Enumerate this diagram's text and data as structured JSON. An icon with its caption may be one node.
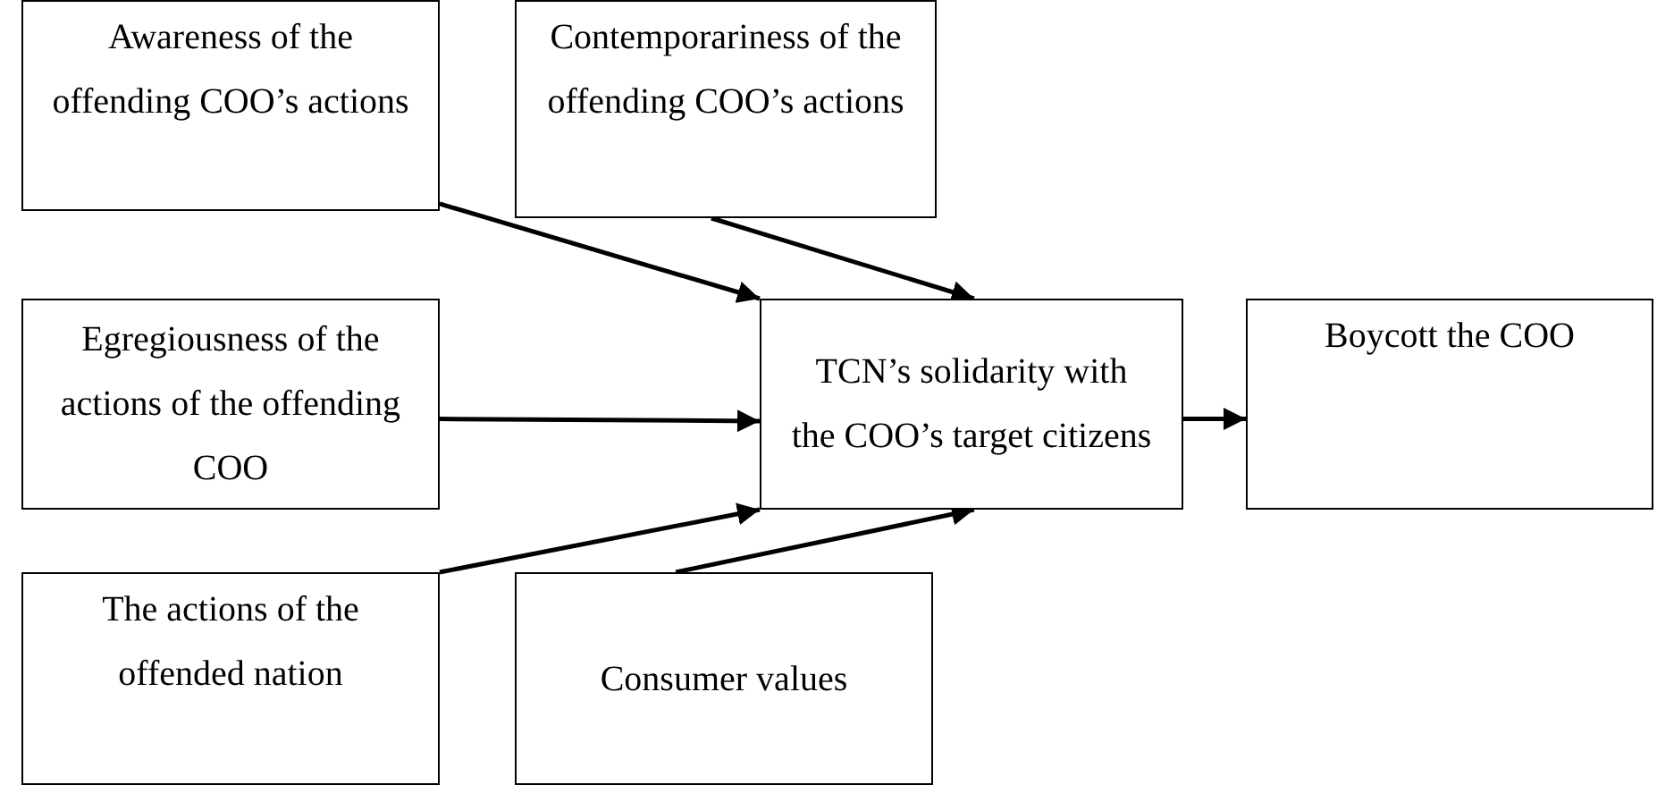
{
  "diagram": {
    "nodes": [
      {
        "text": [
          "Awareness of the offending COO’s actions"
        ]
      },
      {
        "text": [
          "Contemporariness of the offending COO’s actions"
        ]
      },
      {
        "text": [
          "Egregiousness of the actions of the offending COO"
        ]
      },
      {
        "text": [
          "TCN’s solidarity with the COO’s target citizens"
        ]
      },
      {
        "text": [
          "Boycott the COO"
        ]
      },
      {
        "text": [
          "The actions of the offended nation"
        ]
      },
      {
        "text": [
          "Consumer values"
        ]
      }
    ],
    "edges": [
      {
        "from": 0,
        "to": 3,
        "arrow": "to"
      },
      {
        "from": 1,
        "to": 3,
        "arrow": "to"
      },
      {
        "from": 2,
        "to": 3,
        "arrow": "to"
      },
      {
        "from": 5,
        "to": 3,
        "arrow": "to"
      },
      {
        "from": 6,
        "to": 3,
        "arrow": "to"
      },
      {
        "from": 3,
        "to": 4,
        "arrow": "to"
      }
    ]
  }
}
